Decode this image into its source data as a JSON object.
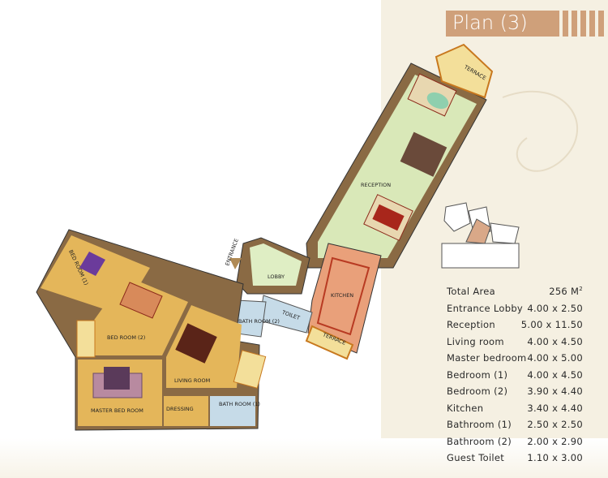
{
  "title": "Plan (3)",
  "rooms": {
    "reception": "RECEPTION",
    "terrace_top": "TERRACE",
    "terrace_small": "TERRACE",
    "entrance": "ENTRANCE",
    "lobby": "LOBBY",
    "kitchen": "KITCHEN",
    "toilet": "TOILET",
    "bath_room_2": "BATH ROOM (2)",
    "bath_room_1": "BATH ROOM (1)",
    "bed_room_1": "BED ROOM (1)",
    "bed_room_2": "BED ROOM (2)",
    "living_room": "LIVING ROOM",
    "master_bed_room": "MASTER BED ROOM",
    "dressing": "DRESSING"
  },
  "specs": {
    "total_label": "Total Area",
    "total_value": "256 M",
    "total_unit_sup": "2",
    "rows": [
      {
        "label": "Entrance Lobby",
        "value": "4.00 x 2.50"
      },
      {
        "label": "Reception",
        "value": "5.00 x 11.50"
      },
      {
        "label": "Living room",
        "value": "4.00 x 4.50"
      },
      {
        "label": "Master bedroom",
        "value": "4.00 x 5.00"
      },
      {
        "label": "Bedroom (1)",
        "value": "4.00 x 4.50"
      },
      {
        "label": "Bedroom (2)",
        "value": "3.90 x 4.40"
      },
      {
        "label": "Kitchen",
        "value": "3.40 x 4.40"
      },
      {
        "label": "Bathroom (1)",
        "value": "2.50 x 2.50"
      },
      {
        "label": "Bathroom (2)",
        "value": "2.00 x 2.90"
      },
      {
        "label": "Guest Toilet",
        "value": "1.10 x 3.00"
      }
    ]
  },
  "colors": {
    "accent": "#cfa07a",
    "cream": "#f5f0e2"
  }
}
